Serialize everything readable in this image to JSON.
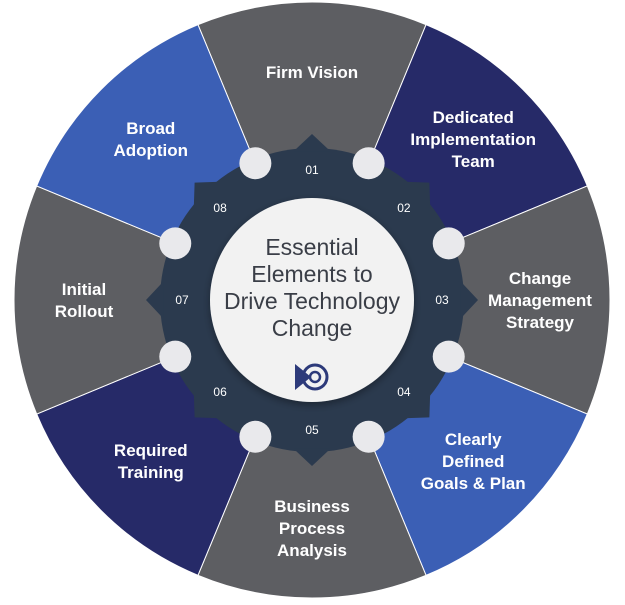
{
  "center": {
    "title_lines": [
      "Essential",
      "Elements to",
      "Drive Technology",
      "Change"
    ],
    "logo_icon": "target-play-icon"
  },
  "segments": [
    {
      "number": "01",
      "label_lines": [
        "Firm Vision"
      ],
      "color": "#5d5e62"
    },
    {
      "number": "02",
      "label_lines": [
        "Dedicated",
        "Implementation",
        "Team"
      ],
      "color": "#262a68"
    },
    {
      "number": "03",
      "label_lines": [
        "Change",
        "Management",
        "Strategy"
      ],
      "color": "#5d5e62"
    },
    {
      "number": "04",
      "label_lines": [
        "Clearly",
        "Defined",
        "Goals & Plan"
      ],
      "color": "#3b5fb5"
    },
    {
      "number": "05",
      "label_lines": [
        "Business",
        "Process",
        "Analysis"
      ],
      "color": "#5d5e62"
    },
    {
      "number": "06",
      "label_lines": [
        "Required",
        "Training"
      ],
      "color": "#262a68"
    },
    {
      "number": "07",
      "label_lines": [
        "Initial",
        "Rollout"
      ],
      "color": "#5d5e62"
    },
    {
      "number": "08",
      "label_lines": [
        "Broad",
        "Adoption"
      ],
      "color": "#3b5fb5"
    }
  ],
  "colors": {
    "gear": "#2b3a4e",
    "center_fill": "#f2f2f2",
    "center_text": "#3a3e47",
    "logo": "#2d3a7a"
  }
}
